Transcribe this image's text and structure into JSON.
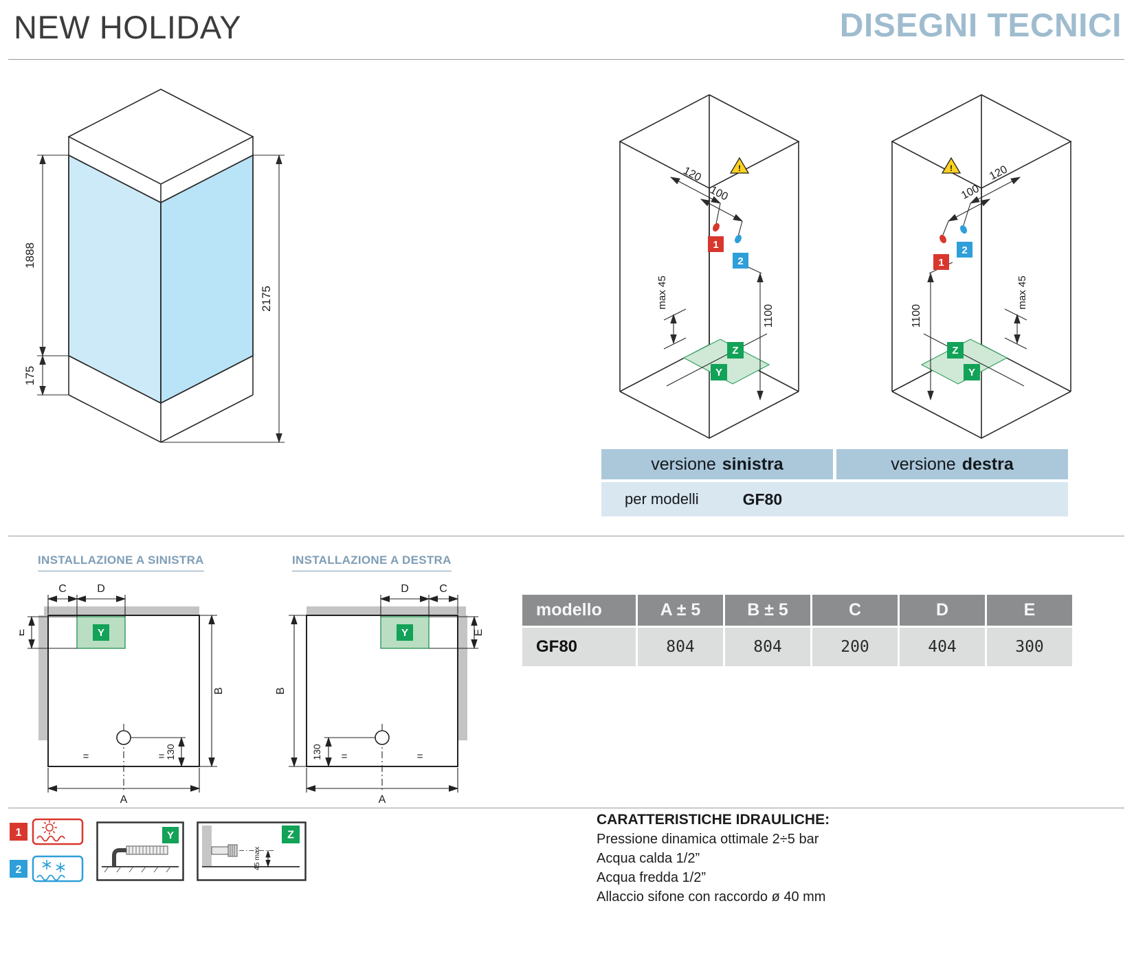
{
  "header": {
    "title": "NEW HOLIDAY",
    "subtitle": "DISEGNI TECNICI"
  },
  "iso_cabin": {
    "dim_glass_height": "1888",
    "dim_total_height": "2175",
    "dim_tray_height": "175"
  },
  "version_left": {
    "dim_a": "120",
    "dim_b": "100",
    "warning_mark": "!",
    "marker_hot": "1",
    "marker_cold": "2",
    "max45": "max 45",
    "dim_height": "1100",
    "marker_z": "Z",
    "marker_y": "Y"
  },
  "version_right": {
    "dim_a": "100",
    "dim_b": "120",
    "warning_mark": "!",
    "marker_hot": "1",
    "marker_cold": "2",
    "max45": "max 45",
    "dim_height": "1100",
    "marker_z": "Z",
    "marker_y": "Y"
  },
  "versions_banner": {
    "left_prefix": "versione",
    "left_bold": "sinistra",
    "right_prefix": "versione",
    "right_bold": "destra",
    "models_label": "per modelli",
    "models_value": "GF80"
  },
  "installation_left": {
    "title": "INSTALLAZIONE A SINISTRA",
    "dim_a": "A",
    "dim_b": "B",
    "dim_c": "C",
    "dim_d": "D",
    "dim_e": "E",
    "dim_drain": "130",
    "eq": "=",
    "marker_y": "Y"
  },
  "installation_right": {
    "title": "INSTALLAZIONE A DESTRA",
    "dim_a": "A",
    "dim_b": "B",
    "dim_c": "C",
    "dim_d": "D",
    "dim_e": "E",
    "dim_drain": "130",
    "eq": "=",
    "marker_y": "Y"
  },
  "spec_table": {
    "headers": [
      "modello",
      "A ± 5",
      "B ± 5",
      "C",
      "D",
      "E"
    ],
    "row": [
      "GF80",
      "804",
      "804",
      "200",
      "404",
      "300"
    ]
  },
  "legend": {
    "hot_label": "1",
    "cold_label": "2",
    "y_label": "Y",
    "z_label": "Z",
    "z_dim": "45 max"
  },
  "hydraulics": {
    "title": "CARATTERISTICHE IDRAULICHE:",
    "lines": [
      "Pressione dinamica ottimale 2÷5 bar",
      "Acqua calda 1/2”",
      "Acqua fredda 1/2”",
      "Allaccio sifone con raccordo ø 40 mm"
    ]
  },
  "colors": {
    "accent_blue": "#9fbccf",
    "banner_blue": "#abc8db",
    "banner_blue_light": "#d9e7f1",
    "glass_blue": "#cdeaf8",
    "hot_red": "#d8372e",
    "cold_blue": "#2e9fd9",
    "green": "#12a258",
    "green_light": "#cfe9d6",
    "table_header_gray": "#8b8d8f",
    "table_row_gray": "#dcdddd"
  }
}
